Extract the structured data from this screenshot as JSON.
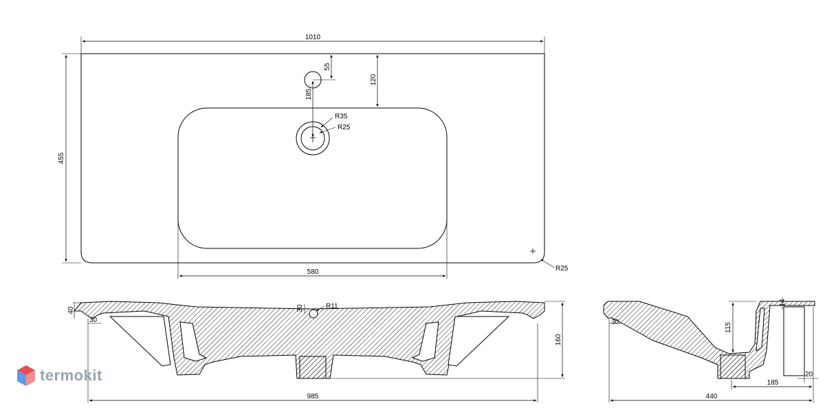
{
  "top_view": {
    "width_label": "1010",
    "depth_label": "455",
    "bowl_width_label": "580",
    "tap_hole_offset_label": "55",
    "tap_to_drain_label": "185",
    "edge_to_bowl_label": "120",
    "drain_outer_radius_label": "R35",
    "drain_inner_radius_label": "R25",
    "corner_radius_label": "R25"
  },
  "front_section": {
    "width_label": "985",
    "height_label": "160",
    "rim_thickness_label": "40",
    "rim_inset_label": "30",
    "overflow_offset_label": "30",
    "overflow_radius_label": "R11"
  },
  "side_section": {
    "depth_label": "440",
    "bowl_depth_label": "115",
    "drain_offset_label": "185",
    "rim_inset_label": "30",
    "back_wall_label": "20",
    "top_lip_label": "14"
  },
  "brand": {
    "name": "termokit"
  },
  "colors": {
    "line": "#000000",
    "hatch": "#000000",
    "logo_red": "#e0303a",
    "logo_blue": "#3f7ee0",
    "logo_text": "#9aa3ad"
  }
}
